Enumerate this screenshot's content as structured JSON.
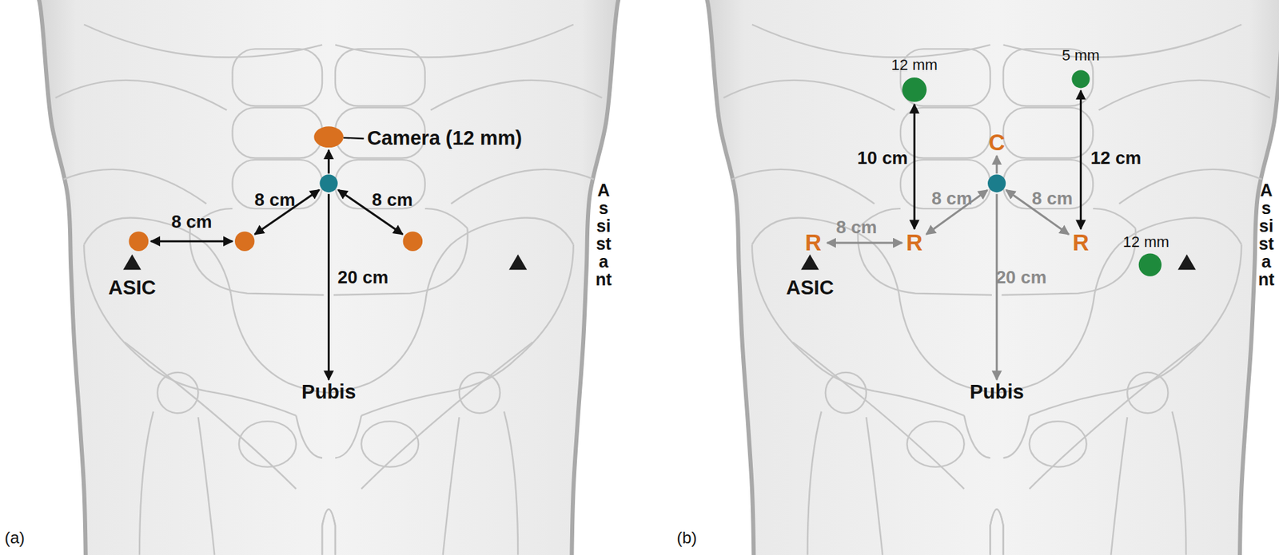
{
  "diagram": {
    "labels": [
      "Camera (12 mm)",
      "8 cm",
      "8 cm",
      "8 cm",
      "20 cm",
      "ASIC",
      "Pubis",
      "Assistant",
      "(a)",
      "12 mm",
      "5 mm",
      "C",
      "10 cm",
      "12 cm",
      "8 cm",
      "8 cm",
      "8 cm",
      "R",
      "R",
      "R",
      "20 cm",
      "12 mm",
      "ASIC",
      "Pubis",
      "Assistant",
      "(b)"
    ]
  }
}
